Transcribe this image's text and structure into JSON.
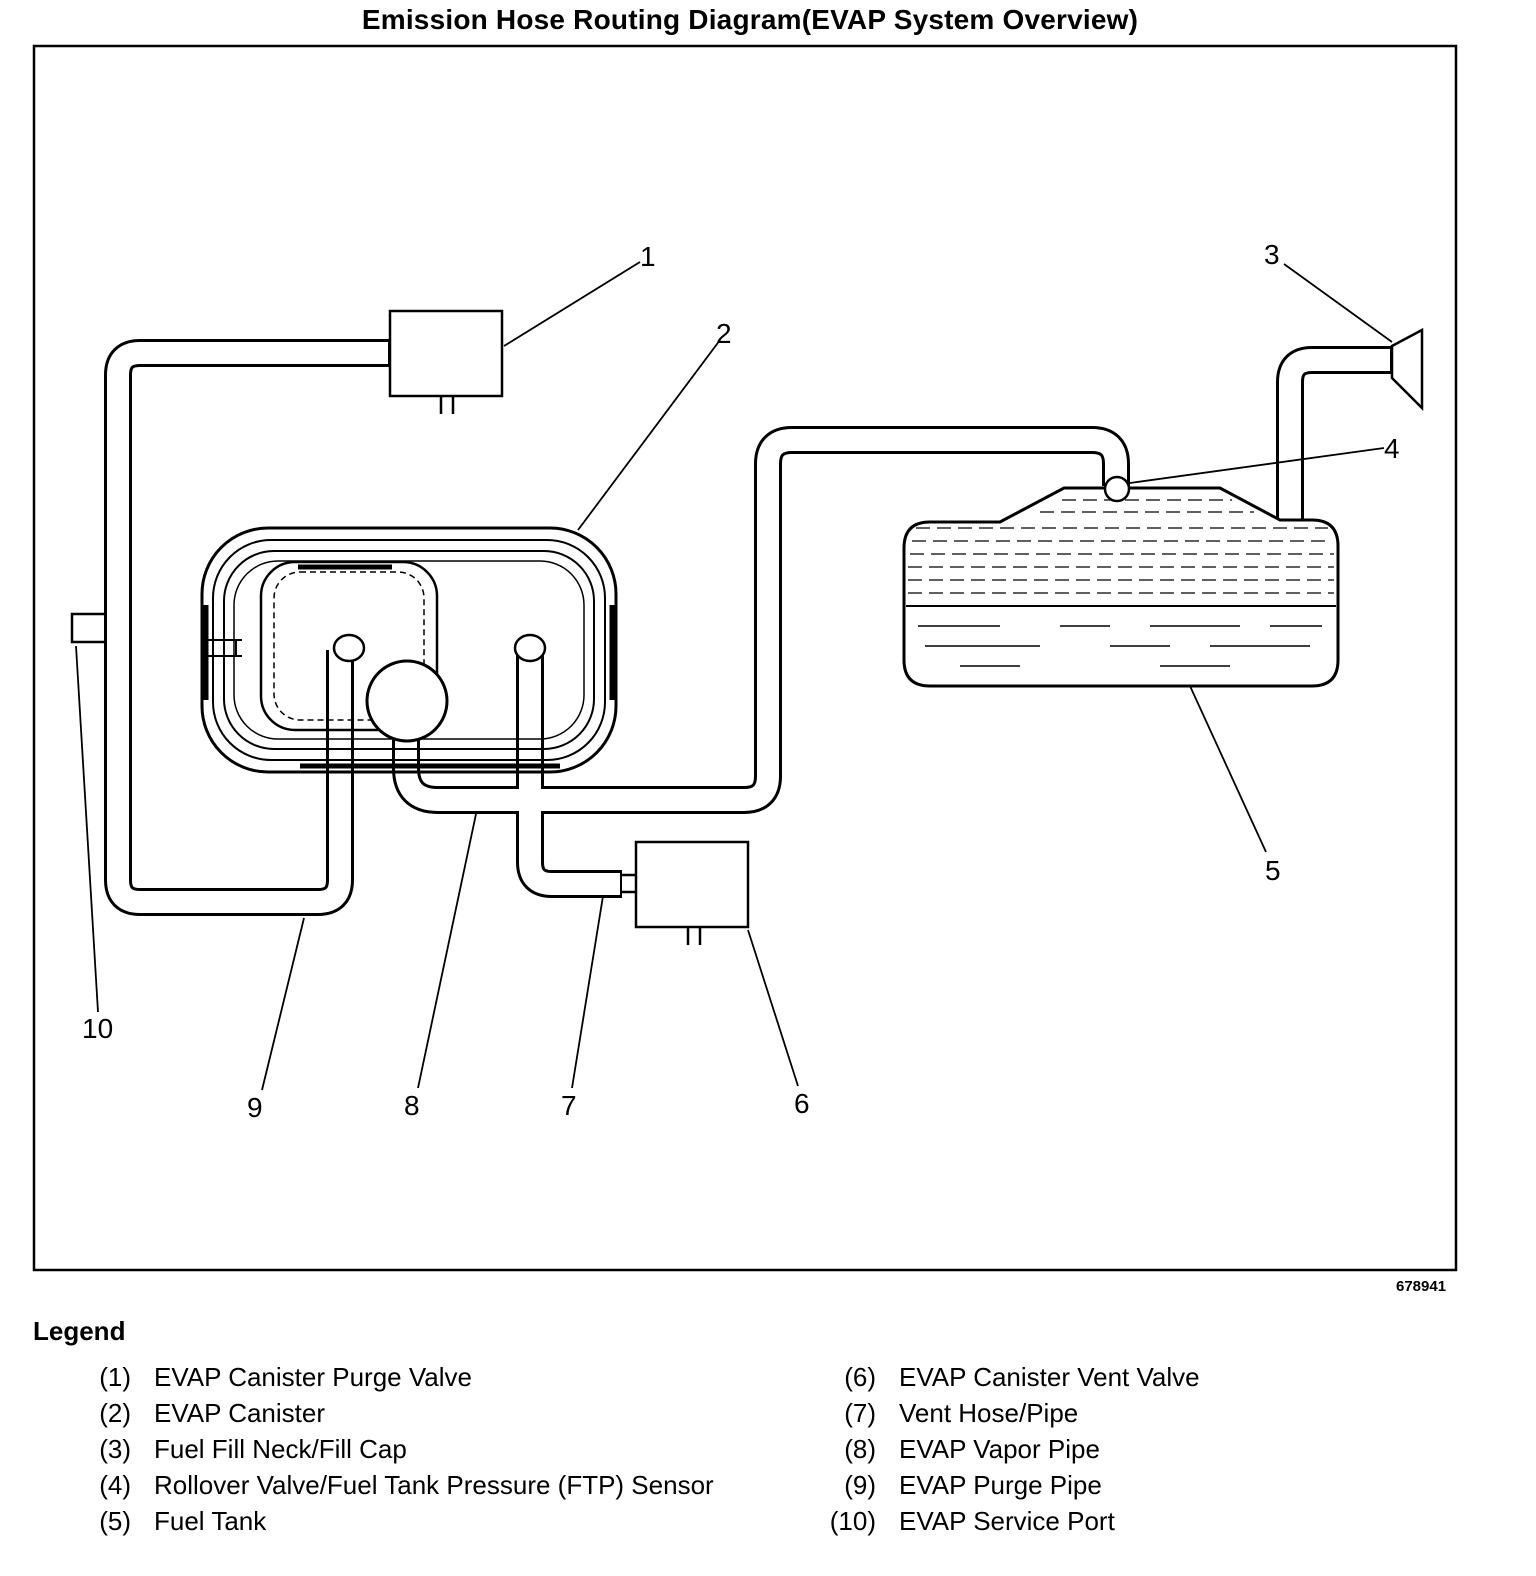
{
  "title": "Emission Hose Routing Diagram(EVAP System Overview)",
  "figure_id": "678941",
  "callouts": [
    "1",
    "2",
    "3",
    "4",
    "5",
    "6",
    "7",
    "8",
    "9",
    "10"
  ],
  "legend": {
    "heading": "Legend",
    "left": [
      {
        "num": "(1)",
        "text": "EVAP Canister Purge Valve"
      },
      {
        "num": "(2)",
        "text": "EVAP Canister"
      },
      {
        "num": "(3)",
        "text": "Fuel Fill Neck/Fill Cap"
      },
      {
        "num": "(4)",
        "text": "Rollover Valve/Fuel Tank Pressure (FTP) Sensor"
      },
      {
        "num": "(5)",
        "text": "Fuel Tank"
      }
    ],
    "right": [
      {
        "num": "(6)",
        "text": "EVAP Canister Vent Valve"
      },
      {
        "num": "(7)",
        "text": "Vent Hose/Pipe"
      },
      {
        "num": "(8)",
        "text": "EVAP Vapor Pipe"
      },
      {
        "num": "(9)",
        "text": "EVAP Purge Pipe"
      },
      {
        "num": "(10)",
        "text": "EVAP Service Port"
      }
    ]
  }
}
